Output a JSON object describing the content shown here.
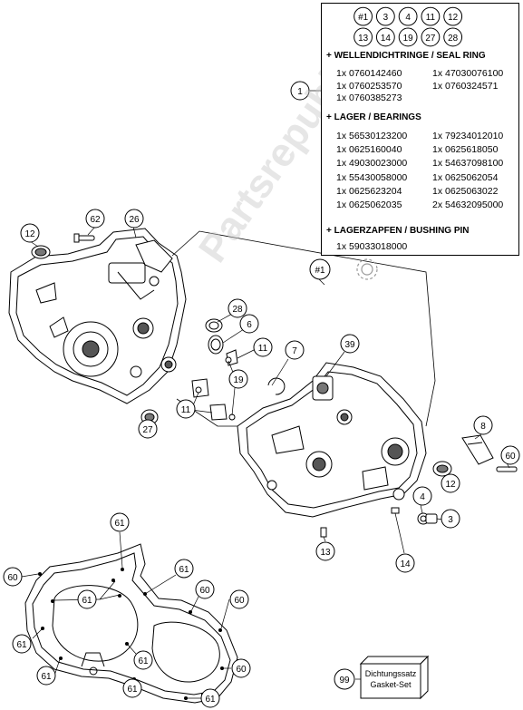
{
  "legend": {
    "circle_row_1": [
      "#1",
      "3",
      "4",
      "11",
      "12"
    ],
    "circle_row_2": [
      "13",
      "14",
      "19",
      "27",
      "28"
    ],
    "section_seal": "+ WELLENDICHTRINGE / SEAL RING",
    "seal_rows": [
      [
        "1x 0760142460",
        "1x 47030076100"
      ],
      [
        "1x 0760253570",
        "1x 0760324571"
      ],
      [
        "1x 0760385273",
        ""
      ]
    ],
    "section_bearings": "+ LAGER / BEARINGS",
    "bearing_rows": [
      [
        "1x 56530123200",
        "1x 79234012010"
      ],
      [
        "1x 0625160040",
        "1x 0625618050"
      ],
      [
        "1x 49030023000",
        "1x 54637098100"
      ],
      [
        "1x 55430058000",
        "1x 0625062054"
      ],
      [
        "1x 0625623204",
        "1x 0625063022"
      ],
      [
        "1x 0625062035",
        "2x 54632095000"
      ]
    ],
    "section_pin": "+ LAGERZAPFEN / BUSHING PIN",
    "pin_rows": [
      [
        "1x 59033018000",
        ""
      ]
    ]
  },
  "callouts": {
    "c1": "1",
    "c62": "62",
    "c26": "26",
    "c12a": "12",
    "c28": "28",
    "c6": "6",
    "c11a": "11",
    "c7": "7",
    "c39": "39",
    "c19": "19",
    "c11b": "11",
    "c27": "27",
    "c8": "8",
    "c60a": "60",
    "c12b": "12",
    "c4": "4",
    "c3": "3",
    "c14": "14",
    "c13": "13",
    "c61a": "61",
    "c60b": "60",
    "c61b": "61",
    "c61c": "61",
    "c60c": "60",
    "c60d": "60",
    "c61d": "61",
    "c61e": "61",
    "c60e": "60",
    "c61f": "61",
    "c61g": "61",
    "c99": "99",
    "assy": "#1"
  },
  "kit_label": [
    "Dichtungssatz",
    "Gasket-Set"
  ],
  "watermark": "Partsrepublik"
}
